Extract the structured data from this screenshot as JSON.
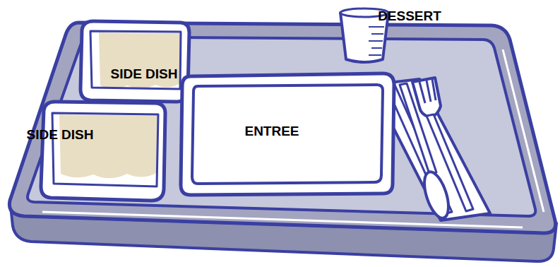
{
  "diagram": {
    "nodes": [
      {
        "text": [
          "SIDE DISH"
        ]
      },
      {
        "text": [
          "SIDE DISH"
        ]
      },
      {
        "text": [
          "ENTREE"
        ]
      },
      {
        "text": [
          "DESSERT"
        ]
      }
    ]
  }
}
